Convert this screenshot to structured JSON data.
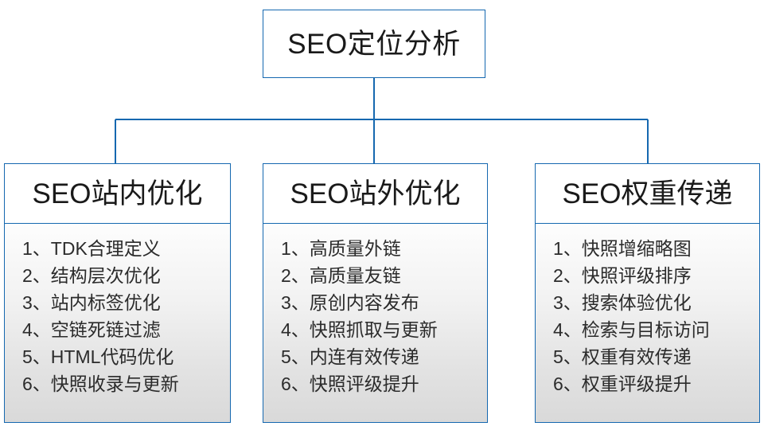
{
  "diagram": {
    "type": "organization-tree",
    "accent_color": "#1568b0",
    "text_color": "#1a1a1a",
    "list_text_color": "#2b2b2b",
    "background_color": "#ffffff",
    "panel_gradient_top": "#fdfdfd",
    "panel_gradient_bottom": "#d9d9d9",
    "root": {
      "label": "SEO定位分析"
    },
    "branches": [
      {
        "title": "SEO站内优化",
        "items": [
          "1、TDK合理定义",
          "2、结构层次优化",
          "3、站内标签优化",
          "4、空链死链过滤",
          "5、HTML代码优化",
          "6、快照收录与更新"
        ]
      },
      {
        "title": "SEO站外优化",
        "items": [
          "1、高质量外链",
          "2、高质量友链",
          "3、原创内容发布",
          "4、快照抓取与更新",
          "5、内连有效传递",
          "6、快照评级提升"
        ]
      },
      {
        "title": "SEO权重传递",
        "items": [
          "1、快照增缩略图",
          "2、快照评级排序",
          "3、搜索体验优化",
          "4、检索与目标访问",
          "5、权重有效传递",
          "6、权重评级提升"
        ]
      }
    ]
  }
}
